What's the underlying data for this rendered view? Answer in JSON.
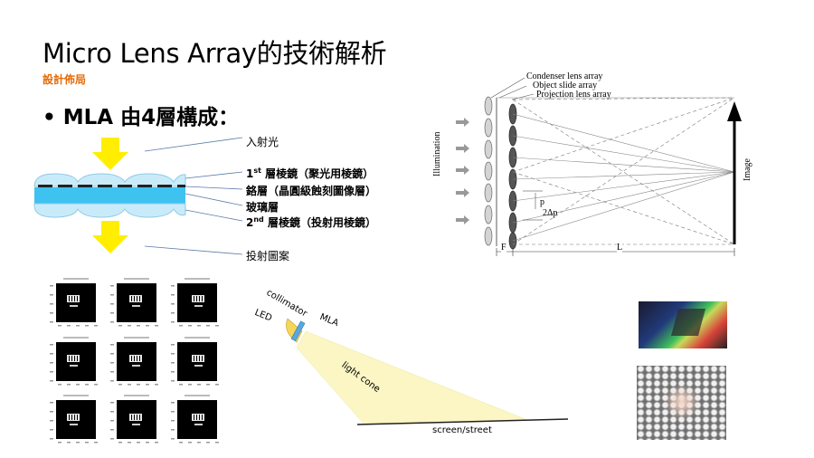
{
  "slide": {
    "title": "Micro Lens Array的技術解析",
    "subtitle": "設計佈局",
    "bullet_symbol": "•",
    "bullet": "MLA 由4層構成："
  },
  "layers": {
    "incident_light": "入射光",
    "layer1_num": "1",
    "layer1_sup": "st",
    "layer1_text": " 層棱鏡（聚光用棱鏡）",
    "layer2": "鉻層（晶圓級蝕刻圖像層）",
    "layer3": "玻璃層",
    "layer4_num": "2",
    "layer4_sup": "nd",
    "layer4_text": " 層棱鏡（投射用棱鏡）",
    "projected_pattern": "投射圖案"
  },
  "optics": {
    "condenser": "Condenser lens array",
    "object_slide": "Object slide array",
    "projection": "Projection lens array",
    "illumination": "Illumination",
    "image": "Image",
    "p": "p",
    "two_delta_p": "2Δp",
    "f": "F",
    "l": "L"
  },
  "led_diagram": {
    "collimator": "collimator",
    "led": "LED",
    "mla": "MLA",
    "light_cone": "light cone",
    "screen": "screen/street"
  },
  "colors": {
    "accent_orange": "#e46c0a",
    "arrow_yellow": "#ffee00",
    "lens_blue": "#bfe6f7",
    "glass_blue": "#3ec2f0",
    "cone_yellow": "#fbf6c4"
  }
}
